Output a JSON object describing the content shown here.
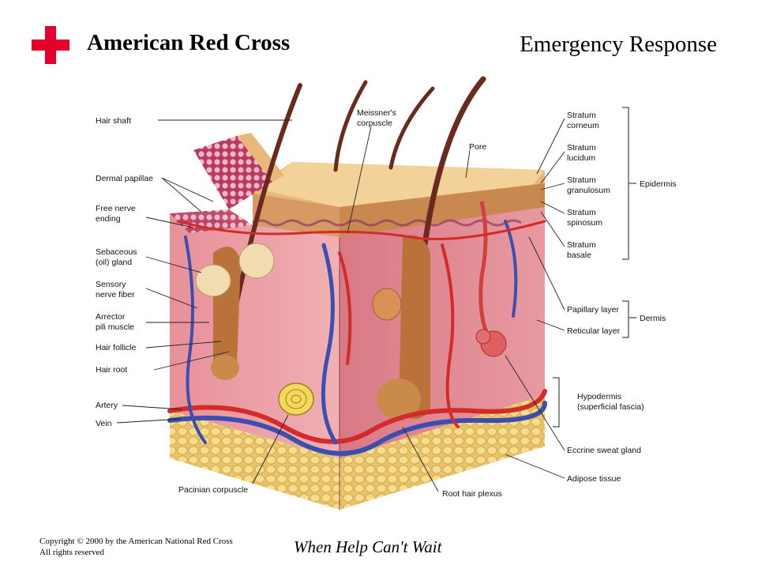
{
  "header": {
    "brand": "American Red Cross",
    "section": "Emergency Response",
    "brand_color": "#e4002b"
  },
  "diagram": {
    "labels_left": {
      "hair_shaft": "Hair shaft",
      "dermal_papillae": "Dermal papillae",
      "free_nerve_1": "Free nerve",
      "free_nerve_2": "ending",
      "sebaceous_1": "Sebaceous",
      "sebaceous_2": "(oil) gland",
      "sensory_1": "Sensory",
      "sensory_2": "nerve fiber",
      "arrector_1": "Arrector",
      "arrector_2": "pili muscle",
      "hair_follicle": "Hair follicle",
      "hair_root": "Hair root",
      "artery": "Artery",
      "vein": "Vein"
    },
    "labels_top": {
      "meissner_1": "Meissner's",
      "meissner_2": "corpuscle",
      "pore": "Pore"
    },
    "labels_bottom": {
      "pacinian": "Pacinian corpuscle",
      "root_hair_plexus": "Root hair plexus"
    },
    "labels_right": {
      "corneum_1": "Stratum",
      "corneum_2": "corneum",
      "lucidum_1": "Stratum",
      "lucidum_2": "lucidum",
      "granulosum_1": "Stratum",
      "granulosum_2": "granulosum",
      "spinosum_1": "Stratum",
      "spinosum_2": "spinosum",
      "basale_1": "Stratum",
      "basale_2": "basale",
      "papillary": "Papillary layer",
      "reticular": "Reticular layer",
      "hypodermis_1": "Hypodermis",
      "hypodermis_2": "(superficial fascia)",
      "eccrine": "Eccrine sweat gland",
      "adipose": "Adipose tissue"
    },
    "brackets": {
      "epidermis": "Epidermis",
      "dermis": "Dermis"
    }
  },
  "footer": {
    "copyright_line1": "Copyright © 2000 by the American National Red Cross",
    "copyright_line2": "All rights reserved",
    "tagline": "When Help Can't Wait"
  }
}
